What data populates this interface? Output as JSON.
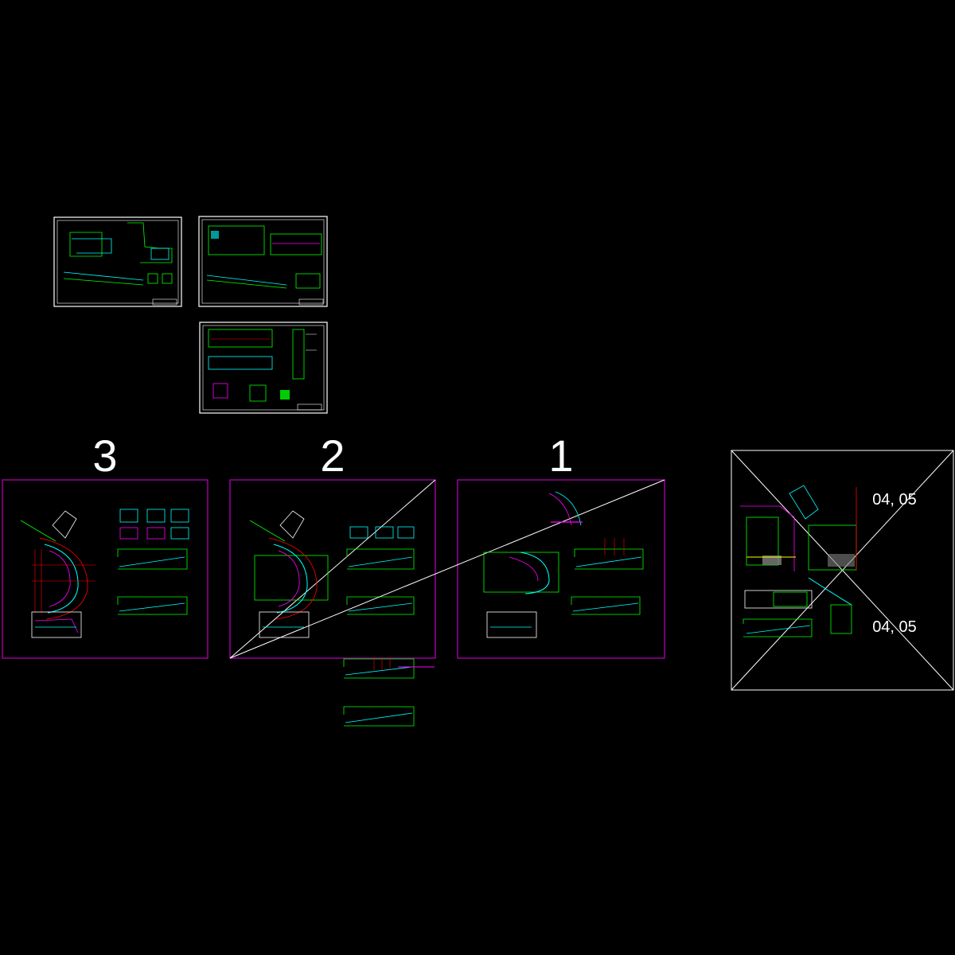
{
  "sheet_numbers": [
    "3",
    "2",
    "1"
  ],
  "side_group_labels": [
    "04, 05",
    "04, 05"
  ],
  "colors": {
    "background": "#000000",
    "frame": "#ffffff",
    "group_frame": "#c000c0",
    "line_green": "#00ff00",
    "line_cyan": "#00ffff",
    "line_magenta": "#ff00ff",
    "line_red": "#ff0000",
    "line_yellow": "#ffff00"
  }
}
